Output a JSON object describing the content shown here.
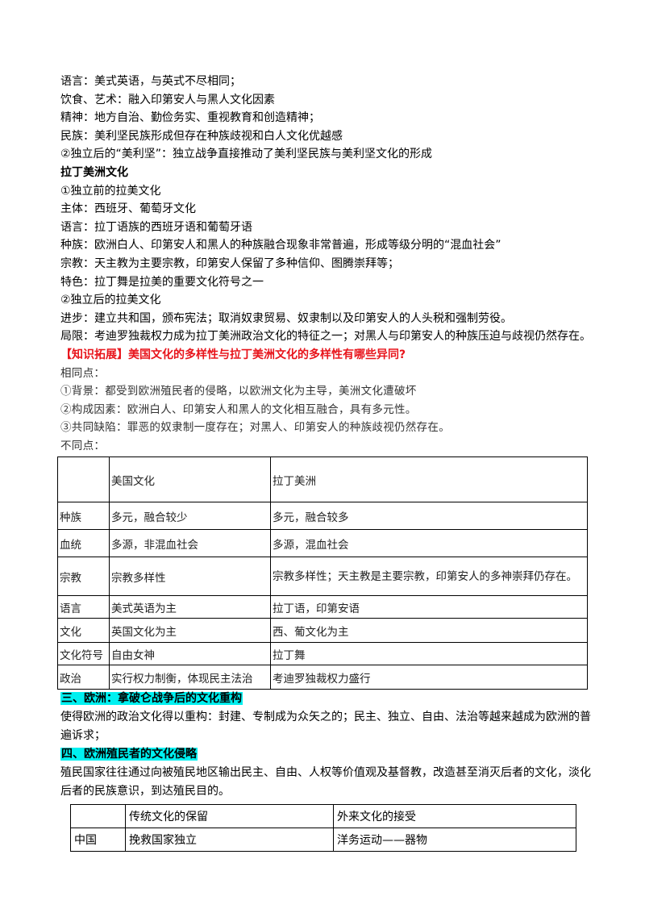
{
  "lines_top": [
    "语言：美式英语，与英式不尽相同；",
    "饮食、艺术：融入印第安人与黑人文化因素",
    "精神：地方自治、勤俭务实、重视教育和创造精神；",
    "民族：美利坚民族形成但存在种族歧视和白人文化优越感",
    "②独立后的“美利坚”：独立战争直接推动了美利坚民族与美利坚文化的形成"
  ],
  "latin_heading": "拉丁美洲文化",
  "lines_latin": [
    "①独立前的拉美文化",
    "主体：西班牙、葡萄牙文化",
    "语言：拉丁语族的西班牙语和葡萄牙语",
    "种族：欧洲白人、印第安人和黑人的种族融合现象非常普遍，形成等级分明的“混血社会”",
    "宗教：天主教为主要宗教，印第安人保留了多种信仰、图腾崇拜等；",
    "特色：拉丁舞是拉美的重要文化符号之一",
    "②独立后的拉美文化",
    "进步：建立共和国，颁布宪法；取消奴隶贸易、奴隶制以及印第安人的人头税和强制劳役。",
    "局限：考迪罗独裁权力成为拉丁美洲政治文化的特征之一；对黑人与印第安人的种族压迫与歧视仍然存在。"
  ],
  "knowledge_ext": "【知识拓展】美国文化的多样性与拉丁美洲文化的多样性有哪些异同?",
  "similar_lines": [
    "相同点：",
    "①背景：都受到欧洲殖民者的侵略，以欧洲文化为主导，美洲文化遭破坏",
    "②构成因素：欧洲白人、印第安人和黑人的文化相互融合，具有多元性。",
    "③共同缺陷：罪恶的奴隶制一度存在；对黑人、印第安人的种族歧视仍然存在。",
    "不同点："
  ],
  "compare_table": {
    "header": [
      "",
      "美国文化",
      "拉丁美洲"
    ],
    "rows": [
      [
        "种族",
        "多元，融合较少",
        "多元，融合较多"
      ],
      [
        "血统",
        "多源，非混血社会",
        "多源，混血社会"
      ],
      [
        "宗教",
        "宗教多样性",
        "宗教多样性；天主教是主要宗教，印第安人的多神崇拜仍存在。"
      ],
      [
        "语言",
        "美式英语为主",
        "拉丁语，印第安语"
      ],
      [
        "文化",
        "英国文化为主",
        "西、葡文化为主"
      ],
      [
        "文化符号",
        "自由女神",
        "拉丁舞"
      ],
      [
        "政治",
        "实行权力制衡，体现民主法治",
        "考迪罗独裁权力盛行"
      ]
    ]
  },
  "section3_title": "三、欧洲：拿破仑战争后的文化重构",
  "section3_text": "使得欧洲的政治文化得以重构：封建、专制成为众矢之的；民主、独立、自由、法治等越来越成为欧洲的普遍诉求；",
  "section4_title": "四、欧洲殖民者的文化侵略",
  "section4_text": "殖民国家往往通过向被殖民地区输出民主、自由、人权等价值观及基督教，改造甚至消灭后者的文化，淡化后者的民族意识，到达殖民目的。",
  "colonial_table": {
    "header": [
      "",
      "传统文化的保留",
      "外来文化的接受"
    ],
    "rows": [
      [
        "中国",
        "挽救国家独立",
        "洋务运动——器物"
      ]
    ]
  }
}
